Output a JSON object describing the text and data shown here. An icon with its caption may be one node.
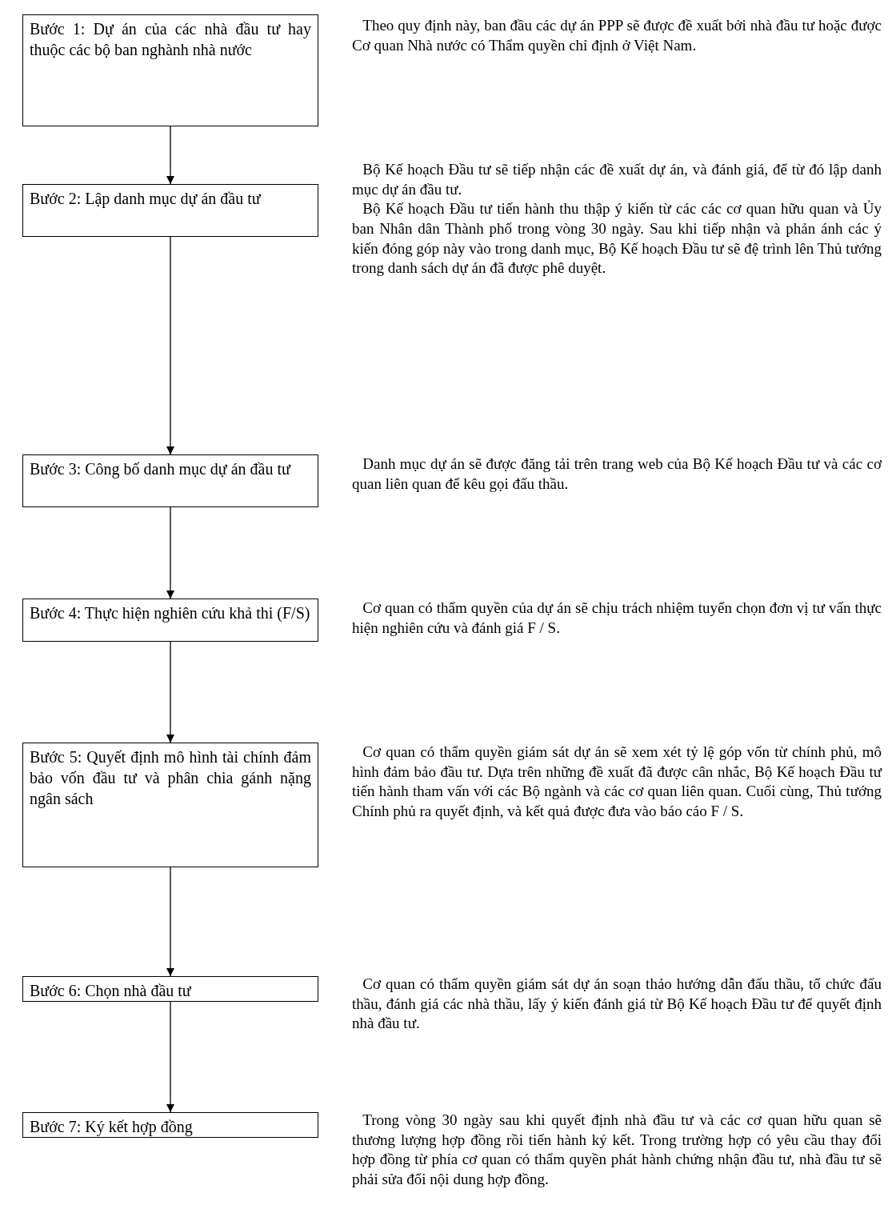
{
  "diagram": {
    "nodes": [
      {
        "text": [
          "Bước 1: Dự án của các nhà đầu tư hay thuộc các bộ ban nghành nhà nước"
        ],
        "beside": [
          "Theo quy định này, ban đầu các dự án PPP sẽ được đề xuất bởi nhà đầu tư hoặc được Cơ quan Nhà nước có Thẩm quyền chỉ định ở Việt Nam."
        ]
      },
      {
        "text": [
          "Bước 2: Lập danh mục dự án đầu tư"
        ],
        "beside": [
          "Bộ Kế hoạch Đầu tư sẽ tiếp nhận các đề xuất dự án, và đánh giá, để từ đó lập danh mục dự án đầu tư.",
          "Bộ Kế hoạch Đầu tư tiến hành thu thập ý kiến từ các các cơ quan hữu quan và Ủy ban Nhân dân Thành phố trong vòng 30 ngày. Sau khi tiếp nhận và phản ánh các ý kiến đóng góp này vào trong danh mục, Bộ Kế hoạch Đầu tư sẽ đệ trình lên Thủ tướng trong danh sách dự án đã được phê duyệt."
        ]
      },
      {
        "text": [
          "Bước 3: Công bố danh mục dự án đầu tư"
        ],
        "beside": [
          "Danh mục dự án sẽ được đăng tải trên trang web của Bộ Kế hoạch Đầu tư và các cơ quan liên quan để kêu gọi đấu thầu."
        ]
      },
      {
        "text": [
          "Bước 4: Thực hiện nghiên cứu khả thi (F/S)"
        ],
        "beside": [
          "Cơ quan có thẩm quyền của dự án sẽ chịu trách nhiệm tuyển chọn đơn vị tư vấn thực hiện nghiên cứu và đánh giá F / S."
        ]
      },
      {
        "text": [
          "Bước 5: Quyết định mô hình tài chính đảm bảo vốn đầu tư và phân chia gánh nặng ngân sách"
        ],
        "beside": [
          "Cơ quan có thẩm quyền giám sát dự án sẽ xem xét tỷ lệ góp vốn từ chính phủ, mô hình đảm bảo đầu tư. Dựa trên những đề xuất đã được cân nhắc, Bộ Kế hoạch Đầu tư tiến hành tham vấn với các Bộ ngành và các cơ quan liên quan. Cuối cùng, Thủ tướng Chính phủ ra quyết định, và kết quả được đưa vào báo cáo F / S."
        ]
      },
      {
        "text": [
          "Bước 6: Chọn nhà đầu tư"
        ],
        "beside": [
          "Cơ quan có thẩm quyền giám sát dự án soạn thảo hướng dẫn đấu thầu, tổ chức đấu thầu, đánh giá các nhà thầu, lấy ý kiến đánh giá từ Bộ Kế hoạch Đầu tư để quyết định nhà đầu tư."
        ]
      },
      {
        "text": [
          "Bước 7: Ký kết hợp đồng"
        ],
        "beside": [
          "Trong vòng 30 ngày sau khi quyết định nhà đầu tư và các cơ quan hữu quan sẽ thương lượng hợp đồng rồi tiến hành ký kết. Trong trường hợp có yêu cầu thay đổi hợp đồng từ phía cơ quan có thẩm quyền phát hành chứng nhận đầu tư, nhà đầu tư sẽ phải sửa đổi nội dung hợp đồng."
        ]
      }
    ],
    "edges": [
      {
        "from": 0,
        "to": 1,
        "arrow": "to"
      },
      {
        "from": 1,
        "to": 2,
        "arrow": "to"
      },
      {
        "from": 2,
        "to": 3,
        "arrow": "to"
      },
      {
        "from": 3,
        "to": 4,
        "arrow": "to"
      },
      {
        "from": 4,
        "to": 5,
        "arrow": "to"
      },
      {
        "from": 5,
        "to": 6,
        "arrow": "to"
      }
    ]
  }
}
